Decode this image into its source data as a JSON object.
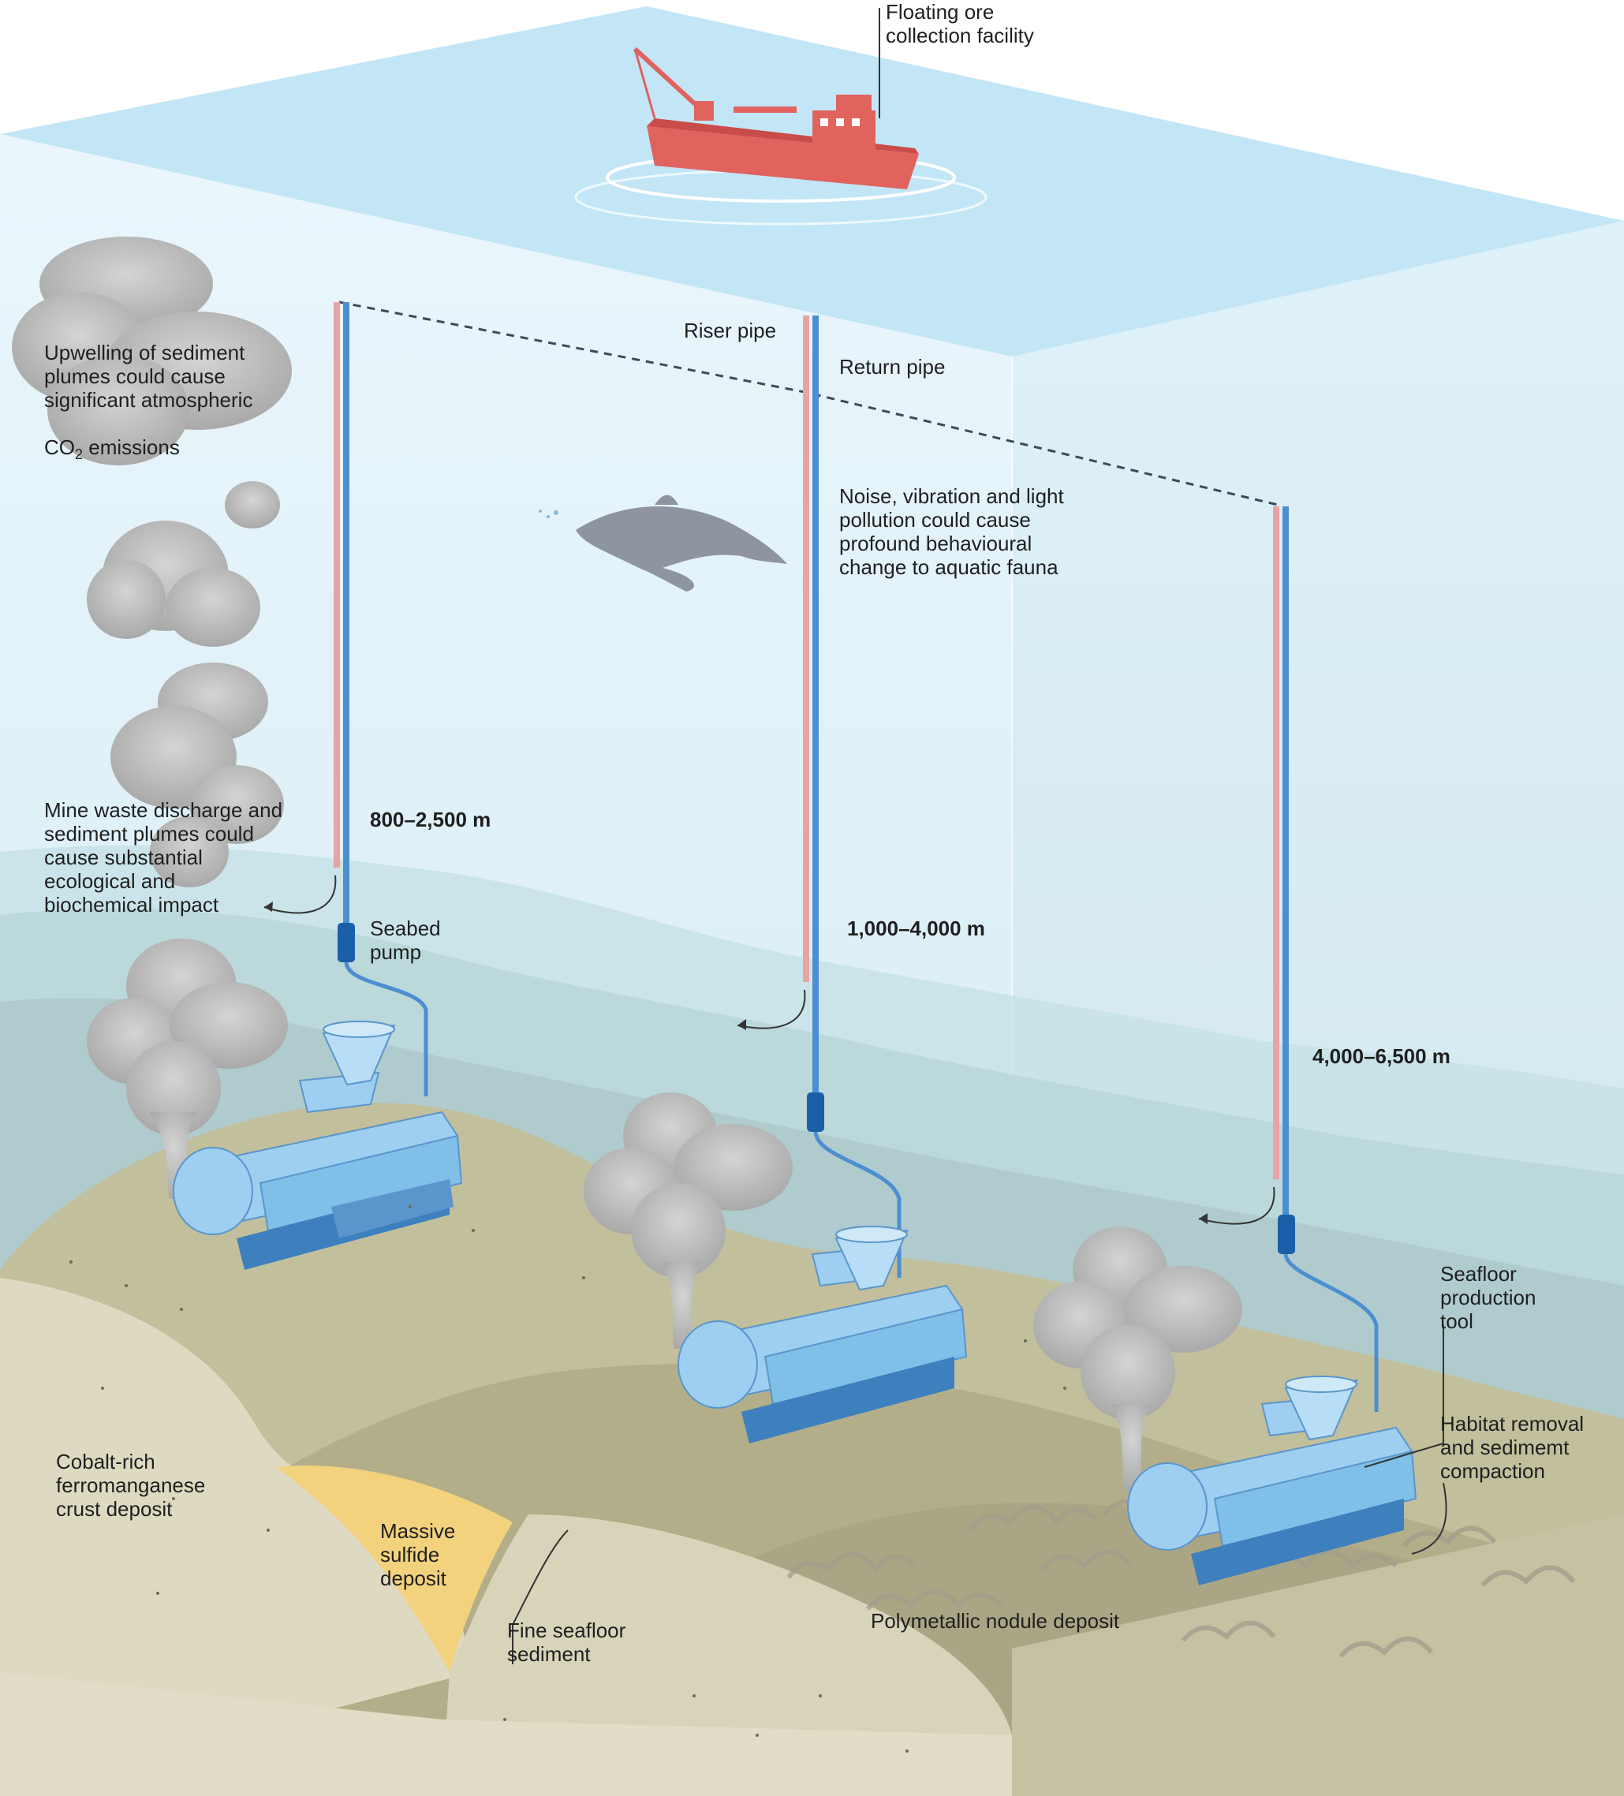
{
  "labels": {
    "floating_facility": "Floating ore\ncollection facility",
    "upwelling_1": "Upwelling of sediment\nplumes could cause\nsignificant atmospheric",
    "upwelling_co2_prefix": "CO",
    "upwelling_co2_sub": "2",
    "upwelling_co2_suffix": " emissions",
    "riser_pipe": "Riser pipe",
    "return_pipe": "Return pipe",
    "noise": "Noise, vibration and light\npollution could cause\nprofound behavioural\nchange to aquatic fauna",
    "mine_waste": "Mine waste discharge and\nsediment plumes could\ncause substantial\necological and\nbiochemical impact",
    "depth_1": "800–2,500 m",
    "depth_2": "1,000–4,000 m",
    "depth_3": "4,000–6,500 m",
    "seabed_pump": "Seabed\npump",
    "seafloor_tool": "Seafloor\nproduction\ntool",
    "habitat": "Habitat removal\nand sedimemt\ncompaction",
    "cobalt": "Cobalt-rich\nferromanganese\ncrust deposit",
    "sulfide": "Massive\nsulfide\ndeposit",
    "fine_sediment": "Fine seafloor\nsediment",
    "nodule": "Polymetallic nodule deposit"
  },
  "colors": {
    "sea_surface": "#c3e6f6",
    "water_top": "#e2f3fb",
    "water_bottom": "#d3ebf4",
    "ship": "#e0635e",
    "riser": "#e9a3a3",
    "return": "#4c8fd0",
    "pump": "#1a5fa8",
    "machine": "#9ecff0",
    "plume": "#b8b8b8",
    "sediment_light": "#ddd9be",
    "sediment_dark": "#b6b290",
    "sulfide": "#f2d27d",
    "nodule": "#a29f8c"
  }
}
